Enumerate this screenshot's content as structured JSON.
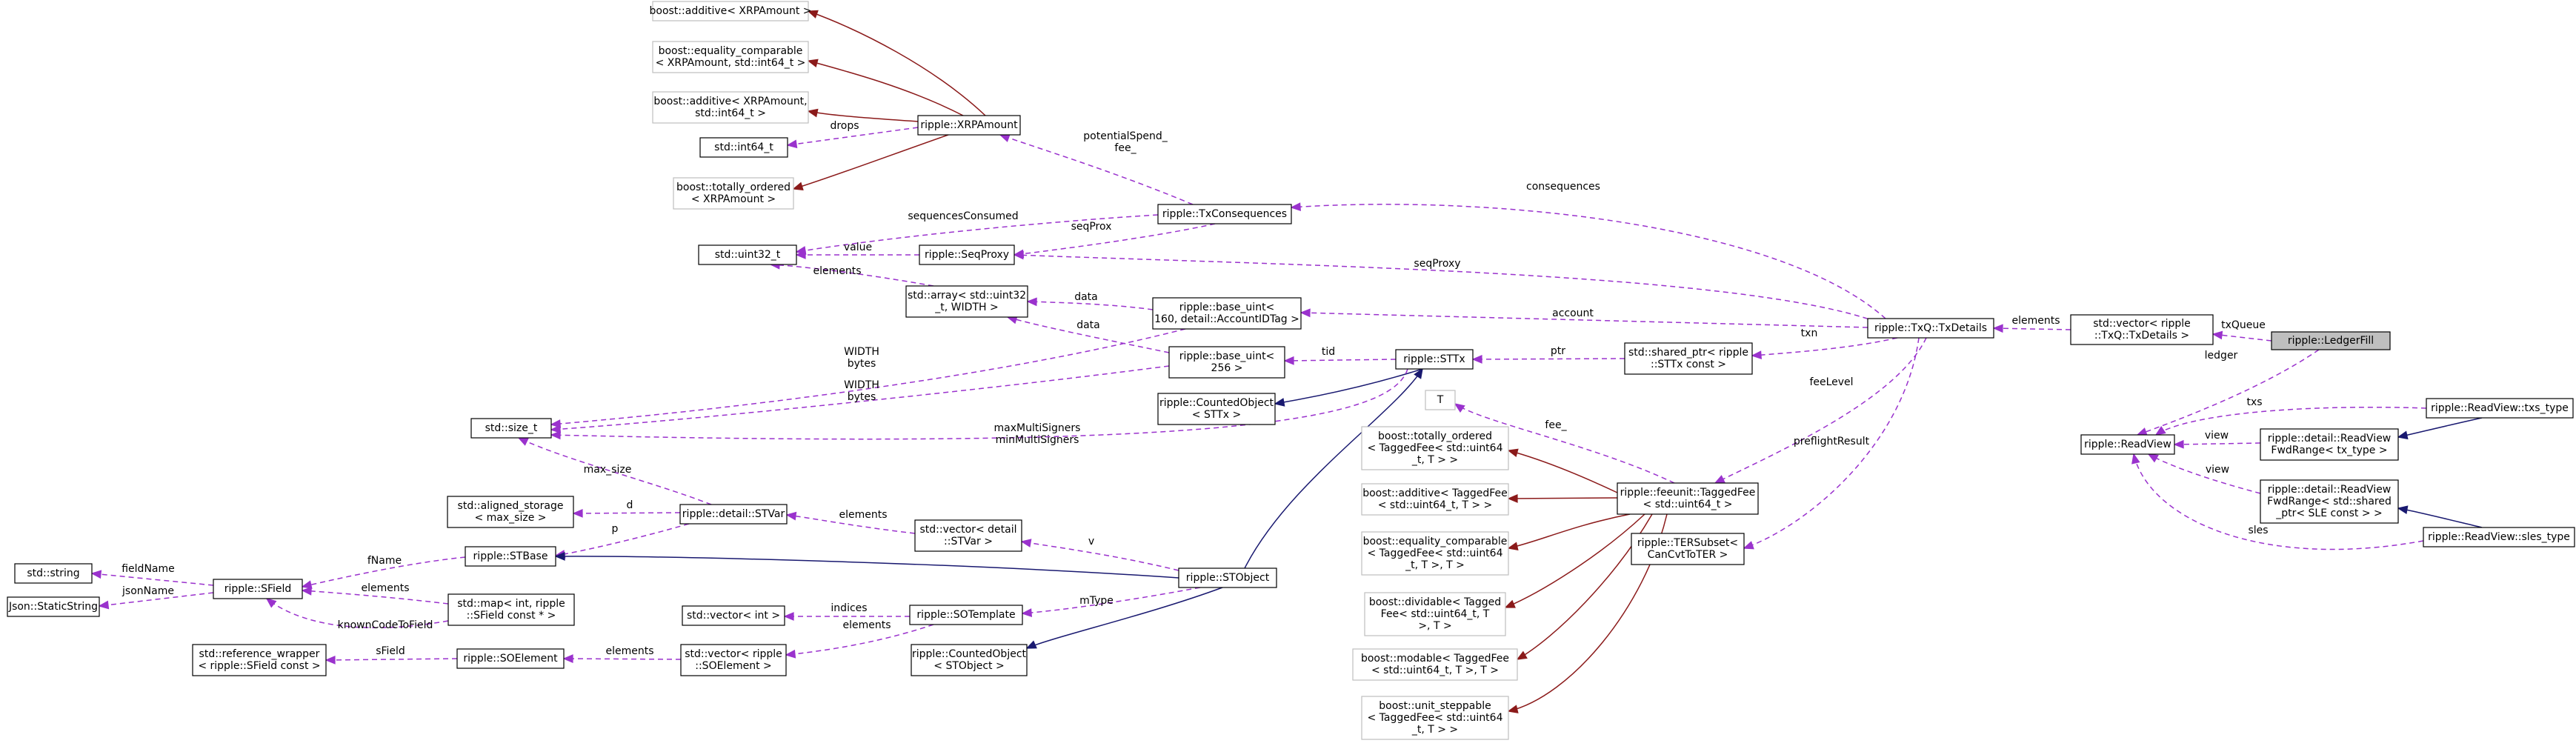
{
  "graph": {
    "nodes": [
      {
        "id": "ledgerfill",
        "lines": [
          "ripple::LedgerFill"
        ],
        "style": "focus"
      },
      {
        "id": "txqueue_vec",
        "lines": [
          "std::vector< ripple",
          "::TxQ::TxDetails >"
        ],
        "style": "normal"
      },
      {
        "id": "txdetails",
        "lines": [
          "ripple::TxQ::TxDetails"
        ],
        "style": "normal"
      },
      {
        "id": "txconsequences",
        "lines": [
          "ripple::TxConsequences"
        ],
        "style": "normal"
      },
      {
        "id": "xrpamount",
        "lines": [
          "ripple::XRPAmount"
        ],
        "style": "normal"
      },
      {
        "id": "b_add_xrp",
        "lines": [
          "boost::additive< XRPAmount >"
        ],
        "style": "ext"
      },
      {
        "id": "b_eq_xrp",
        "lines": [
          "boost::equality_comparable",
          "< XRPAmount, std::int64_t >"
        ],
        "style": "ext"
      },
      {
        "id": "b_add_xrp_int",
        "lines": [
          "boost::additive< XRPAmount,",
          "std::int64_t >"
        ],
        "style": "ext"
      },
      {
        "id": "int64",
        "lines": [
          "std::int64_t"
        ],
        "style": "normal"
      },
      {
        "id": "b_tot_xrp",
        "lines": [
          "boost::totally_ordered",
          "< XRPAmount >"
        ],
        "style": "ext"
      },
      {
        "id": "uint32",
        "lines": [
          "std::uint32_t"
        ],
        "style": "normal"
      },
      {
        "id": "seqproxy",
        "lines": [
          "ripple::SeqProxy"
        ],
        "style": "normal"
      },
      {
        "id": "array_u32",
        "lines": [
          "std::array< std::uint32",
          "_t, WIDTH >"
        ],
        "style": "normal"
      },
      {
        "id": "base_uint160",
        "lines": [
          "ripple::base_uint<",
          "160, detail::AccountIDTag >"
        ],
        "style": "normal"
      },
      {
        "id": "base_uint256",
        "lines": [
          "ripple::base_uint<",
          "256 >"
        ],
        "style": "normal"
      },
      {
        "id": "sttx",
        "lines": [
          "ripple::STTx"
        ],
        "style": "normal"
      },
      {
        "id": "shared_sttx",
        "lines": [
          "std::shared_ptr< ripple",
          "::STTx const >"
        ],
        "style": "normal"
      },
      {
        "id": "counted_sttx",
        "lines": [
          "ripple::CountedObject",
          "< STTx >"
        ],
        "style": "normal"
      },
      {
        "id": "size_t",
        "lines": [
          "std::size_t"
        ],
        "style": "normal"
      },
      {
        "id": "aligned",
        "lines": [
          "std::aligned_storage",
          "< max_size >"
        ],
        "style": "normal"
      },
      {
        "id": "stvar",
        "lines": [
          "ripple::detail::STVar"
        ],
        "style": "normal"
      },
      {
        "id": "stbase",
        "lines": [
          "ripple::STBase"
        ],
        "style": "normal"
      },
      {
        "id": "vec_stvar",
        "lines": [
          "std::vector< detail",
          "::STVar >"
        ],
        "style": "normal"
      },
      {
        "id": "string",
        "lines": [
          "std::string"
        ],
        "style": "normal"
      },
      {
        "id": "json",
        "lines": [
          "Json::StaticString"
        ],
        "style": "normal"
      },
      {
        "id": "sfield",
        "lines": [
          "ripple::SField"
        ],
        "style": "normal"
      },
      {
        "id": "map_sfield",
        "lines": [
          "std::map< int, ripple",
          "::SField const * >"
        ],
        "style": "normal"
      },
      {
        "id": "stobject",
        "lines": [
          "ripple::STObject"
        ],
        "style": "normal"
      },
      {
        "id": "vec_int",
        "lines": [
          "std::vector< int >"
        ],
        "style": "normal"
      },
      {
        "id": "sotemplate",
        "lines": [
          "ripple::SOTemplate"
        ],
        "style": "normal"
      },
      {
        "id": "refwrap",
        "lines": [
          "std::reference_wrapper",
          "< ripple::SField const >"
        ],
        "style": "normal"
      },
      {
        "id": "soelement",
        "lines": [
          "ripple::SOElement"
        ],
        "style": "normal"
      },
      {
        "id": "vec_soel",
        "lines": [
          "std::vector< ripple",
          "::SOElement >"
        ],
        "style": "normal"
      },
      {
        "id": "counted_sto",
        "lines": [
          "ripple::CountedObject",
          "< STObject >"
        ],
        "style": "normal"
      },
      {
        "id": "T",
        "lines": [
          "T"
        ],
        "style": "ext"
      },
      {
        "id": "b_tot_fee",
        "lines": [
          "boost::totally_ordered",
          "< TaggedFee< std::uint64",
          "_t, T > >"
        ],
        "style": "ext"
      },
      {
        "id": "b_add_fee",
        "lines": [
          "boost::additive< TaggedFee",
          "< std::uint64_t, T > >"
        ],
        "style": "ext"
      },
      {
        "id": "b_eq_fee",
        "lines": [
          "boost::equality_comparable",
          "< TaggedFee< std::uint64",
          "_t, T >, T >"
        ],
        "style": "ext"
      },
      {
        "id": "b_div_fee",
        "lines": [
          "boost::dividable< Tagged",
          "Fee< std::uint64_t, T",
          ">, T >"
        ],
        "style": "ext"
      },
      {
        "id": "b_mod_fee",
        "lines": [
          "boost::modable< TaggedFee",
          "< std::uint64_t, T >, T >"
        ],
        "style": "ext"
      },
      {
        "id": "b_step_fee",
        "lines": [
          "boost::unit_steppable",
          "< TaggedFee< std::uint64",
          "_t, T > >"
        ],
        "style": "ext"
      },
      {
        "id": "taggedfee",
        "lines": [
          "ripple::feeunit::TaggedFee",
          "< std::uint64_t >"
        ],
        "style": "normal"
      },
      {
        "id": "tersubset",
        "lines": [
          "ripple::TERSubset<",
          "CanCvtToTER >"
        ],
        "style": "normal"
      },
      {
        "id": "readview",
        "lines": [
          "ripple::ReadView"
        ],
        "style": "normal"
      },
      {
        "id": "rv_txs_type",
        "lines": [
          "ripple::ReadView::txs_type"
        ],
        "style": "normal"
      },
      {
        "id": "rv_fwd_tx",
        "lines": [
          "ripple::detail::ReadView",
          "FwdRange< tx_type >"
        ],
        "style": "normal"
      },
      {
        "id": "rv_fwd_sle",
        "lines": [
          "ripple::detail::ReadView",
          "FwdRange< std::shared",
          "_ptr< SLE const > >"
        ],
        "style": "normal"
      },
      {
        "id": "rv_sles_type",
        "lines": [
          "ripple::ReadView::sles_type"
        ],
        "style": "normal"
      }
    ],
    "edges": [
      {
        "type": "dep",
        "labels": [
          "txQueue"
        ]
      },
      {
        "type": "dep",
        "labels": [
          "ledger"
        ]
      },
      {
        "type": "dep",
        "labels": [
          "elements"
        ]
      },
      {
        "type": "dep",
        "labels": [
          "consequences"
        ]
      },
      {
        "type": "dep",
        "labels": [
          "seqProxy"
        ]
      },
      {
        "type": "dep",
        "labels": [
          "account"
        ]
      },
      {
        "type": "dep",
        "labels": [
          "txn"
        ]
      },
      {
        "type": "dep",
        "labels": [
          "feeLevel"
        ]
      },
      {
        "type": "dep",
        "labels": [
          "preflightResult"
        ]
      },
      {
        "type": "dep",
        "labels": [
          "potentialSpend_",
          "fee_"
        ]
      },
      {
        "type": "dep",
        "labels": [
          "sequencesConsumed"
        ]
      },
      {
        "type": "dep",
        "labels": [
          "seqProx"
        ]
      },
      {
        "type": "dep",
        "labels": [
          "drops"
        ]
      },
      {
        "type": "tmpl",
        "labels": []
      },
      {
        "type": "tmpl",
        "labels": []
      },
      {
        "type": "tmpl",
        "labels": []
      },
      {
        "type": "tmpl",
        "labels": []
      },
      {
        "type": "dep",
        "labels": [
          "value"
        ]
      },
      {
        "type": "dep",
        "labels": [
          "elements"
        ]
      },
      {
        "type": "dep",
        "labels": [
          "data"
        ]
      },
      {
        "type": "dep",
        "labels": [
          "data"
        ]
      },
      {
        "type": "dep",
        "labels": [
          "WIDTH",
          "bytes"
        ]
      },
      {
        "type": "dep",
        "labels": [
          "WIDTH",
          "bytes"
        ]
      },
      {
        "type": "dep",
        "labels": [
          "tid"
        ]
      },
      {
        "type": "dep",
        "labels": [
          "ptr"
        ]
      },
      {
        "type": "inh",
        "labels": []
      },
      {
        "type": "inh",
        "labels": []
      },
      {
        "type": "dep",
        "labels": [
          "maxMultiSigners",
          "minMultiSigners"
        ]
      },
      {
        "type": "dep",
        "labels": [
          "max_size"
        ]
      },
      {
        "type": "dep",
        "labels": [
          "d"
        ]
      },
      {
        "type": "dep",
        "labels": [
          "p"
        ]
      },
      {
        "type": "dep",
        "labels": [
          "elements"
        ]
      },
      {
        "type": "dep",
        "labels": [
          "v"
        ]
      },
      {
        "type": "inh",
        "labels": []
      },
      {
        "type": "dep",
        "labels": [
          "fName"
        ]
      },
      {
        "type": "dep",
        "labels": [
          "fieldName"
        ]
      },
      {
        "type": "dep",
        "labels": [
          "jsonName"
        ]
      },
      {
        "type": "dep",
        "labels": [
          "elements"
        ]
      },
      {
        "type": "dep",
        "labels": [
          "knownCodeToField"
        ]
      },
      {
        "type": "dep",
        "labels": [
          "mType"
        ]
      },
      {
        "type": "dep",
        "labels": [
          "indices"
        ]
      },
      {
        "type": "dep",
        "labels": [
          "elements"
        ]
      },
      {
        "type": "dep",
        "labels": [
          "elements"
        ]
      },
      {
        "type": "dep",
        "labels": [
          "sField"
        ]
      },
      {
        "type": "inh",
        "labels": []
      },
      {
        "type": "dep",
        "labels": [
          "fee_"
        ]
      },
      {
        "type": "tmpl",
        "labels": []
      },
      {
        "type": "tmpl",
        "labels": []
      },
      {
        "type": "tmpl",
        "labels": []
      },
      {
        "type": "tmpl",
        "labels": []
      },
      {
        "type": "tmpl",
        "labels": []
      },
      {
        "type": "tmpl",
        "labels": []
      },
      {
        "type": "dep",
        "labels": [
          "txs"
        ]
      },
      {
        "type": "dep",
        "labels": [
          "view"
        ]
      },
      {
        "type": "dep",
        "labels": [
          "view"
        ]
      },
      {
        "type": "dep",
        "labels": [
          "sles"
        ]
      },
      {
        "type": "inh",
        "labels": []
      },
      {
        "type": "inh",
        "labels": []
      }
    ]
  },
  "colors": {
    "dependency": "#9a32cd",
    "inheritance": "#191970",
    "template": "#8b1a1a",
    "focus_fill": "#bfbfbf",
    "external_border": "#bfbfbf"
  }
}
